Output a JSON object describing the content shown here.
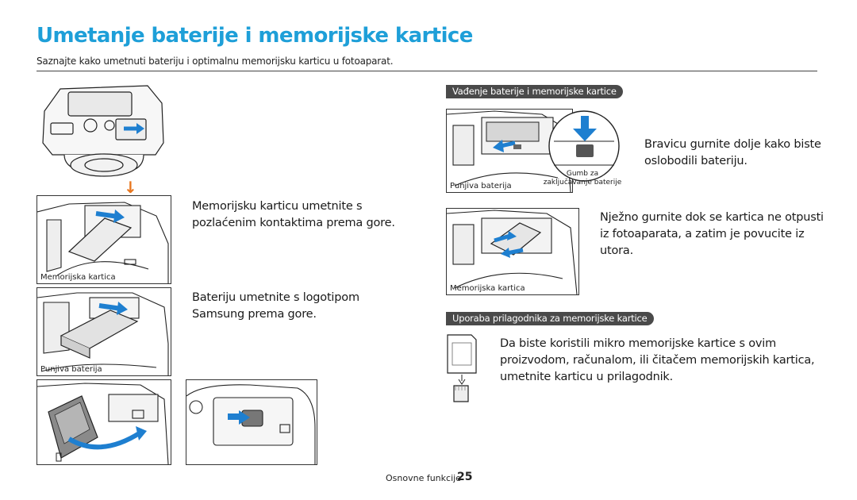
{
  "page": {
    "title": "Umetanje baterije i memorijske kartice",
    "subtitle": "Saznajte kako umetnuti bateriju i optimalnu memorijsku karticu u fotoaparat."
  },
  "left": {
    "step_card_text": "Memorijsku karticu umetnite s pozlaćenim kontaktima prema gore.",
    "step_battery_text": "Bateriju umetnite s logotipom Samsung prema gore.",
    "caption_card": "Memorijska kartica",
    "caption_battery": "Punjiva baterija"
  },
  "removal": {
    "heading": "Vađenje baterije i memorijske kartice",
    "battery_text": "Bravicu gurnite dolje kako biste oslobodili bateriju.",
    "card_text": "Nježno gurnite dok se kartica ne otpusti iz fotoaparata, a zatim je povucite iz utora.",
    "caption_battery": "Punjiva baterija",
    "caption_lock": "Gumb za zaključavanje baterije",
    "caption_card": "Memorijska kartica"
  },
  "adapter": {
    "heading": "Uporaba prilagodnika za memorijske kartice",
    "text": "Da biste koristili mikro memorijske kartice s ovim proizvodom, računalom, ili čitačem memorijskih kartica, umetnite karticu u prilagodnik."
  },
  "footer": {
    "section": "Osnovne funkcije",
    "page_number": "25"
  },
  "colors": {
    "title": "#1e9fd8",
    "arrow": "#1e7fd0",
    "step_arrow": "#e8761e",
    "pill_bg": "#4a4a4a"
  },
  "icons": {
    "down_step": "arrow-down",
    "insert": "blue-arrow"
  }
}
